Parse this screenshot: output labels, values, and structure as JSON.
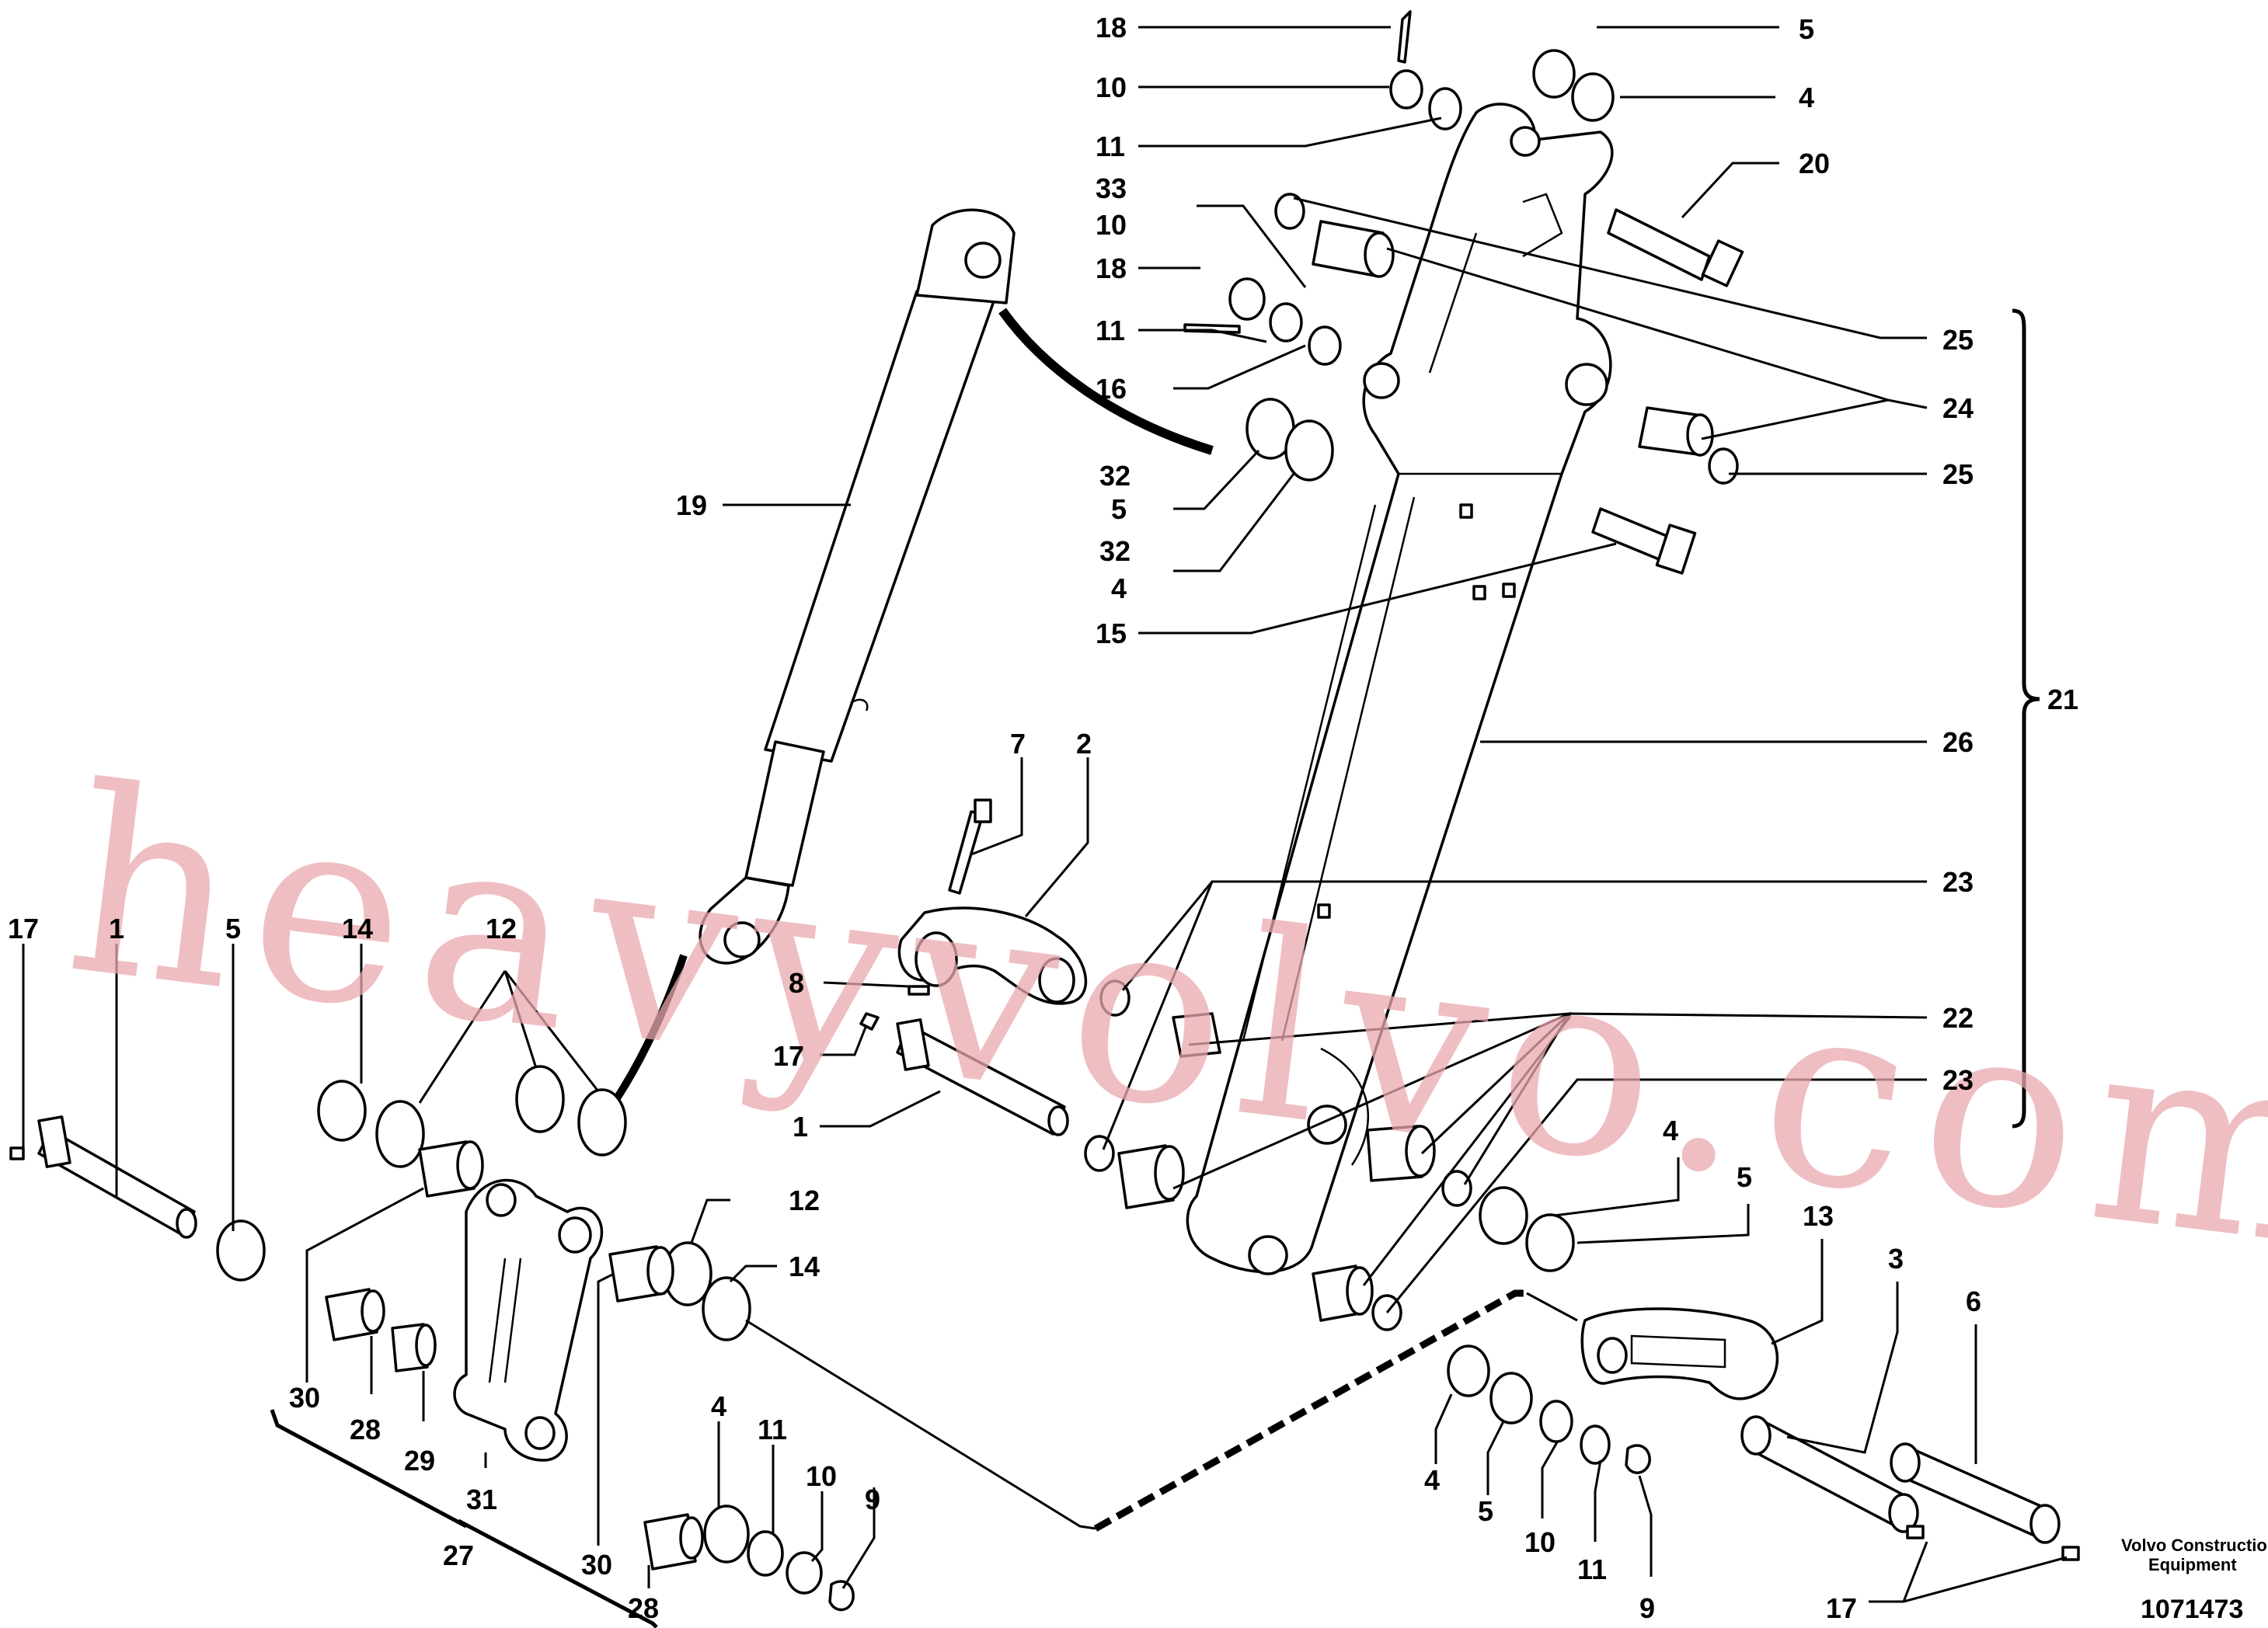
{
  "diagram": {
    "watermark": "heavyvolvo.com",
    "footer": {
      "company_line1": "Volvo Construction",
      "company_line2": "Equipment",
      "drawing_number": "1071473"
    },
    "labels": [
      {
        "id": "l18a",
        "text": "18"
      },
      {
        "id": "l10a",
        "text": "10"
      },
      {
        "id": "l11a",
        "text": "11"
      },
      {
        "id": "l33",
        "text": "33"
      },
      {
        "id": "l10b",
        "text": "10"
      },
      {
        "id": "l18b",
        "text": "18"
      },
      {
        "id": "l11b",
        "text": "11"
      },
      {
        "id": "l16",
        "text": "16"
      },
      {
        "id": "l32a",
        "text": "32"
      },
      {
        "id": "l5a",
        "text": "5"
      },
      {
        "id": "l32b",
        "text": "32"
      },
      {
        "id": "l4a",
        "text": "4"
      },
      {
        "id": "l15",
        "text": "15"
      },
      {
        "id": "l19",
        "text": "19"
      },
      {
        "id": "l5top",
        "text": "5"
      },
      {
        "id": "l4top",
        "text": "4"
      },
      {
        "id": "l20",
        "text": "20"
      },
      {
        "id": "l25a",
        "text": "25"
      },
      {
        "id": "l24",
        "text": "24"
      },
      {
        "id": "l25b",
        "text": "25"
      },
      {
        "id": "l21",
        "text": "21"
      },
      {
        "id": "l26",
        "text": "26"
      },
      {
        "id": "l23a",
        "text": "23"
      },
      {
        "id": "l22",
        "text": "22"
      },
      {
        "id": "l23b",
        "text": "23"
      },
      {
        "id": "l7",
        "text": "7"
      },
      {
        "id": "l2",
        "text": "2"
      },
      {
        "id": "l8",
        "text": "8"
      },
      {
        "id": "l17b",
        "text": "17"
      },
      {
        "id": "l1b",
        "text": "1"
      },
      {
        "id": "l17a",
        "text": "17"
      },
      {
        "id": "l1a",
        "text": "1"
      },
      {
        "id": "l5b",
        "text": "5"
      },
      {
        "id": "l14a",
        "text": "14"
      },
      {
        "id": "l12a",
        "text": "12"
      },
      {
        "id": "l12b",
        "text": "12"
      },
      {
        "id": "l14b",
        "text": "14"
      },
      {
        "id": "l30a",
        "text": "30"
      },
      {
        "id": "l28a",
        "text": "28"
      },
      {
        "id": "l29",
        "text": "29"
      },
      {
        "id": "l31",
        "text": "31"
      },
      {
        "id": "l27",
        "text": "27"
      },
      {
        "id": "l30b",
        "text": "30"
      },
      {
        "id": "l28b",
        "text": "28"
      },
      {
        "id": "l4b",
        "text": "4"
      },
      {
        "id": "l11c",
        "text": "11"
      },
      {
        "id": "l10c",
        "text": "10"
      },
      {
        "id": "l9a",
        "text": "9"
      },
      {
        "id": "l4c",
        "text": "4"
      },
      {
        "id": "l5c",
        "text": "5"
      },
      {
        "id": "l13",
        "text": "13"
      },
      {
        "id": "l3",
        "text": "3"
      },
      {
        "id": "l6",
        "text": "6"
      },
      {
        "id": "l4d",
        "text": "4"
      },
      {
        "id": "l5d",
        "text": "5"
      },
      {
        "id": "l10d",
        "text": "10"
      },
      {
        "id": "l11d",
        "text": "11"
      },
      {
        "id": "l9b",
        "text": "9"
      },
      {
        "id": "l17c",
        "text": "17"
      }
    ]
  }
}
